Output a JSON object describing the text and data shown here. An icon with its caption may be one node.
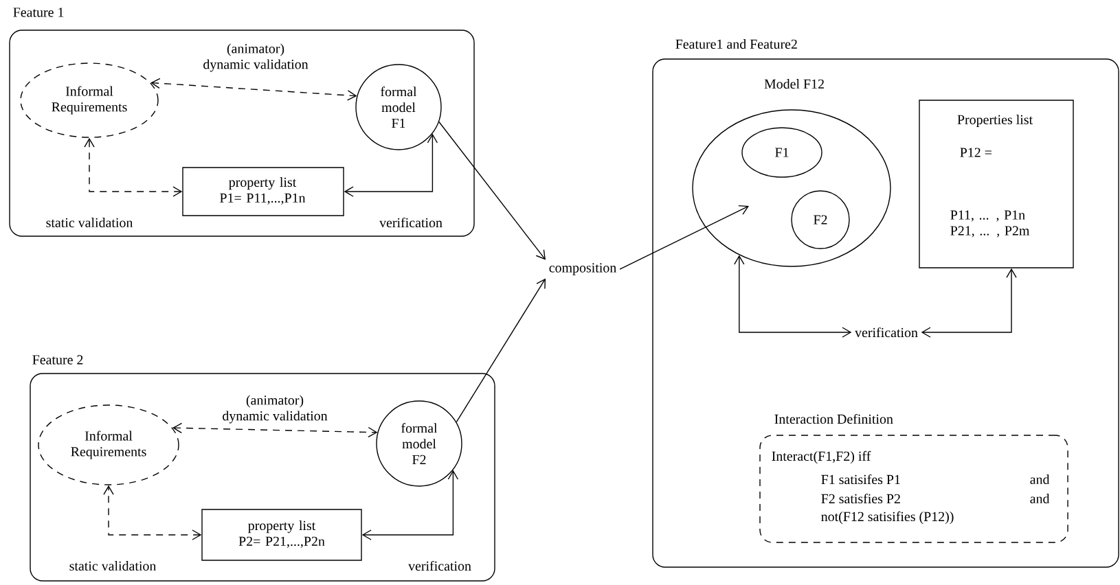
{
  "diagram": {
    "nodes": [
      {
        "text": [
          "Feature 1"
        ]
      },
      {
        "text": [
          "Informal Requirements"
        ],
        "in": 0
      },
      {
        "text": [
          "formal model F1"
        ],
        "in": 0
      },
      {
        "text": [
          "property list P1= P11,...,P1n"
        ],
        "in": 0
      },
      {
        "text": [
          "Feature 2"
        ]
      },
      {
        "text": [
          "Informal Requirements"
        ],
        "in": 4
      },
      {
        "text": [
          "formal model F2"
        ],
        "in": 4
      },
      {
        "text": [
          "property list P2= P21,...,P2n"
        ],
        "in": 4
      },
      {
        "text": [
          "composition"
        ]
      },
      {
        "text": [
          "Feature1 and Feature2"
        ]
      },
      {
        "text": [
          "Model F12"
        ],
        "in": 9
      },
      {
        "text": [
          "F1"
        ],
        "in": 10
      },
      {
        "text": [
          "F2"
        ],
        "in": 10
      },
      {
        "text": [
          "Properties list",
          "P12 =",
          "P11, ... , P1n P21, ... , P2m"
        ],
        "in": 9
      },
      {
        "text": [
          "verification"
        ],
        "in": 9
      },
      {
        "text": [
          "Interaction Definition",
          "Interact(F1,F2) iff",
          "F1 satisifes P1",
          "and",
          "F2 satisfies P2",
          "and",
          "not(F12 satisifies (P12))"
        ],
        "in": 9
      }
    ],
    "edges": [
      {
        "from": 1,
        "to": 2,
        "arrow": "both",
        "style": "dashed",
        "label": "(animator) dynamic validation"
      },
      {
        "from": 3,
        "to": 1,
        "arrow": "both",
        "style": "dashed",
        "label": "static validation"
      },
      {
        "from": 3,
        "to": 2,
        "arrow": "both",
        "label": "verification"
      },
      {
        "from": 5,
        "to": 6,
        "arrow": "both",
        "style": "dashed",
        "label": "(animator) dynamic validation"
      },
      {
        "from": 7,
        "to": 5,
        "arrow": "both",
        "style": "dashed",
        "label": "static validation"
      },
      {
        "from": 7,
        "to": 6,
        "arrow": "both",
        "label": "verification"
      },
      {
        "from": 2,
        "to": 8,
        "arrow": "to"
      },
      {
        "from": 6,
        "to": 8,
        "arrow": "to"
      },
      {
        "from": 8,
        "to": 10,
        "arrow": "to"
      },
      {
        "from": 14,
        "to": 10,
        "arrow": "both"
      },
      {
        "from": 14,
        "to": 13,
        "arrow": "both"
      }
    ]
  }
}
